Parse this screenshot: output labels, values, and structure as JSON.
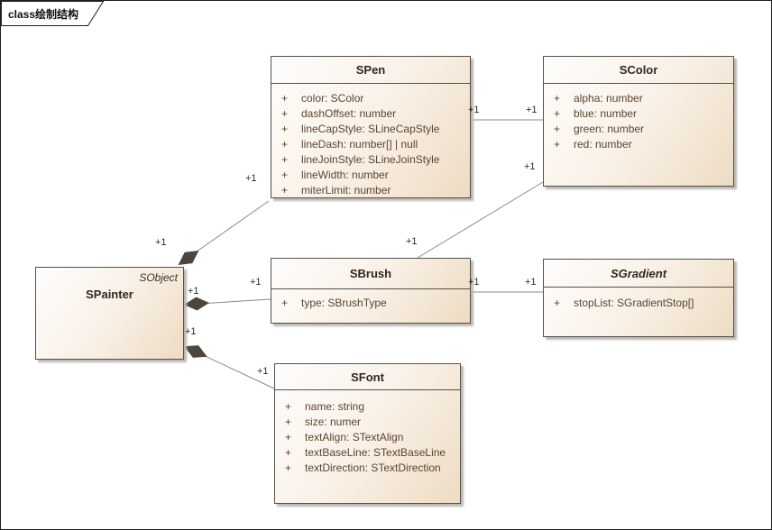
{
  "frame": {
    "label": "class绘制结构"
  },
  "uml": {
    "visibility_marker": "+"
  },
  "classes": {
    "spen": {
      "name": "SPen",
      "attributes": [
        "color: SColor",
        "dashOffset: number",
        "lineCapStyle: SLineCapStyle",
        "lineDash: number[] | null",
        "lineJoinStyle: SLineJoinStyle",
        "lineWidth: number",
        "miterLimit: number"
      ]
    },
    "scolor": {
      "name": "SColor",
      "attributes": [
        "alpha: number",
        "blue: number",
        "green: number",
        "red: number"
      ]
    },
    "spainter": {
      "name": "SPainter",
      "stereotype": "SObject"
    },
    "sbrush": {
      "name": "SBrush",
      "attributes": [
        "type: SBrushType"
      ]
    },
    "sgradient": {
      "name": "SGradient",
      "abstract": true,
      "attributes": [
        "stopList: SGradientStop[]"
      ]
    },
    "sfont": {
      "name": "SFont",
      "attributes": [
        "name: string",
        "size: numer",
        "textAlign: STextAlign",
        "textBaseLine: STextBaseLine",
        "textDirection: STextDirection"
      ]
    }
  },
  "edges": [
    {
      "id": "spen-scolor",
      "type": "association",
      "source": "SPen",
      "target": "SColor",
      "source_label": "+1",
      "target_label": "+1"
    },
    {
      "id": "spainter-spen",
      "type": "composition",
      "source": "SPainter",
      "target": "SPen",
      "source_label": "+1",
      "target_label": "+1"
    },
    {
      "id": "spainter-sbrush",
      "type": "composition",
      "source": "SPainter",
      "target": "SBrush",
      "source_label": "+1",
      "target_label": "+1"
    },
    {
      "id": "spainter-sfont",
      "type": "composition",
      "source": "SPainter",
      "target": "SFont",
      "source_label": "+1",
      "target_label": "+1"
    },
    {
      "id": "sbrush-scolor",
      "type": "association",
      "source": "SBrush",
      "target": "SColor",
      "source_label": "+1",
      "target_label": "+1"
    },
    {
      "id": "sbrush-sgradient",
      "type": "association",
      "source": "SBrush",
      "target": "SGradient",
      "source_label": "+1",
      "target_label": "+1"
    }
  ],
  "colors": {
    "box_fill_light": "#fefdfc",
    "box_fill_dark": "#eedcc3",
    "box_border": "#55504b",
    "attribute_text": "#5a452f",
    "line": "#8a8a8a",
    "diamond": "#4c463f"
  }
}
